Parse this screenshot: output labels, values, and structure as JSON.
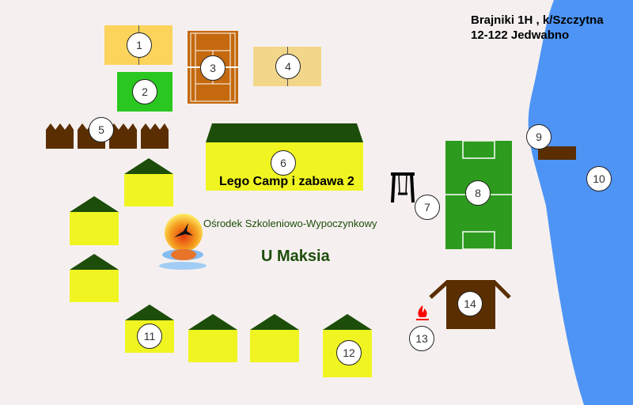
{
  "address": {
    "line1": "Brajniki 1H , k/Szczytna",
    "line2": "12-122 Jedwabno"
  },
  "logo": {
    "subtitle": "Ośrodek Szkoleniowo-Wypoczynkowy",
    "name": "U Maksia"
  },
  "building_label": "Lego Camp i zabawa 2",
  "markers": [
    "1",
    "2",
    "3",
    "4",
    "5",
    "6",
    "7",
    "8",
    "9",
    "10",
    "11",
    "12",
    "13",
    "14"
  ],
  "colors": {
    "lake": "#4d94f5",
    "roof": "#1d4d0a",
    "house": "#f0f521",
    "brown": "#5a2e00",
    "field": "#2d9b1e"
  }
}
